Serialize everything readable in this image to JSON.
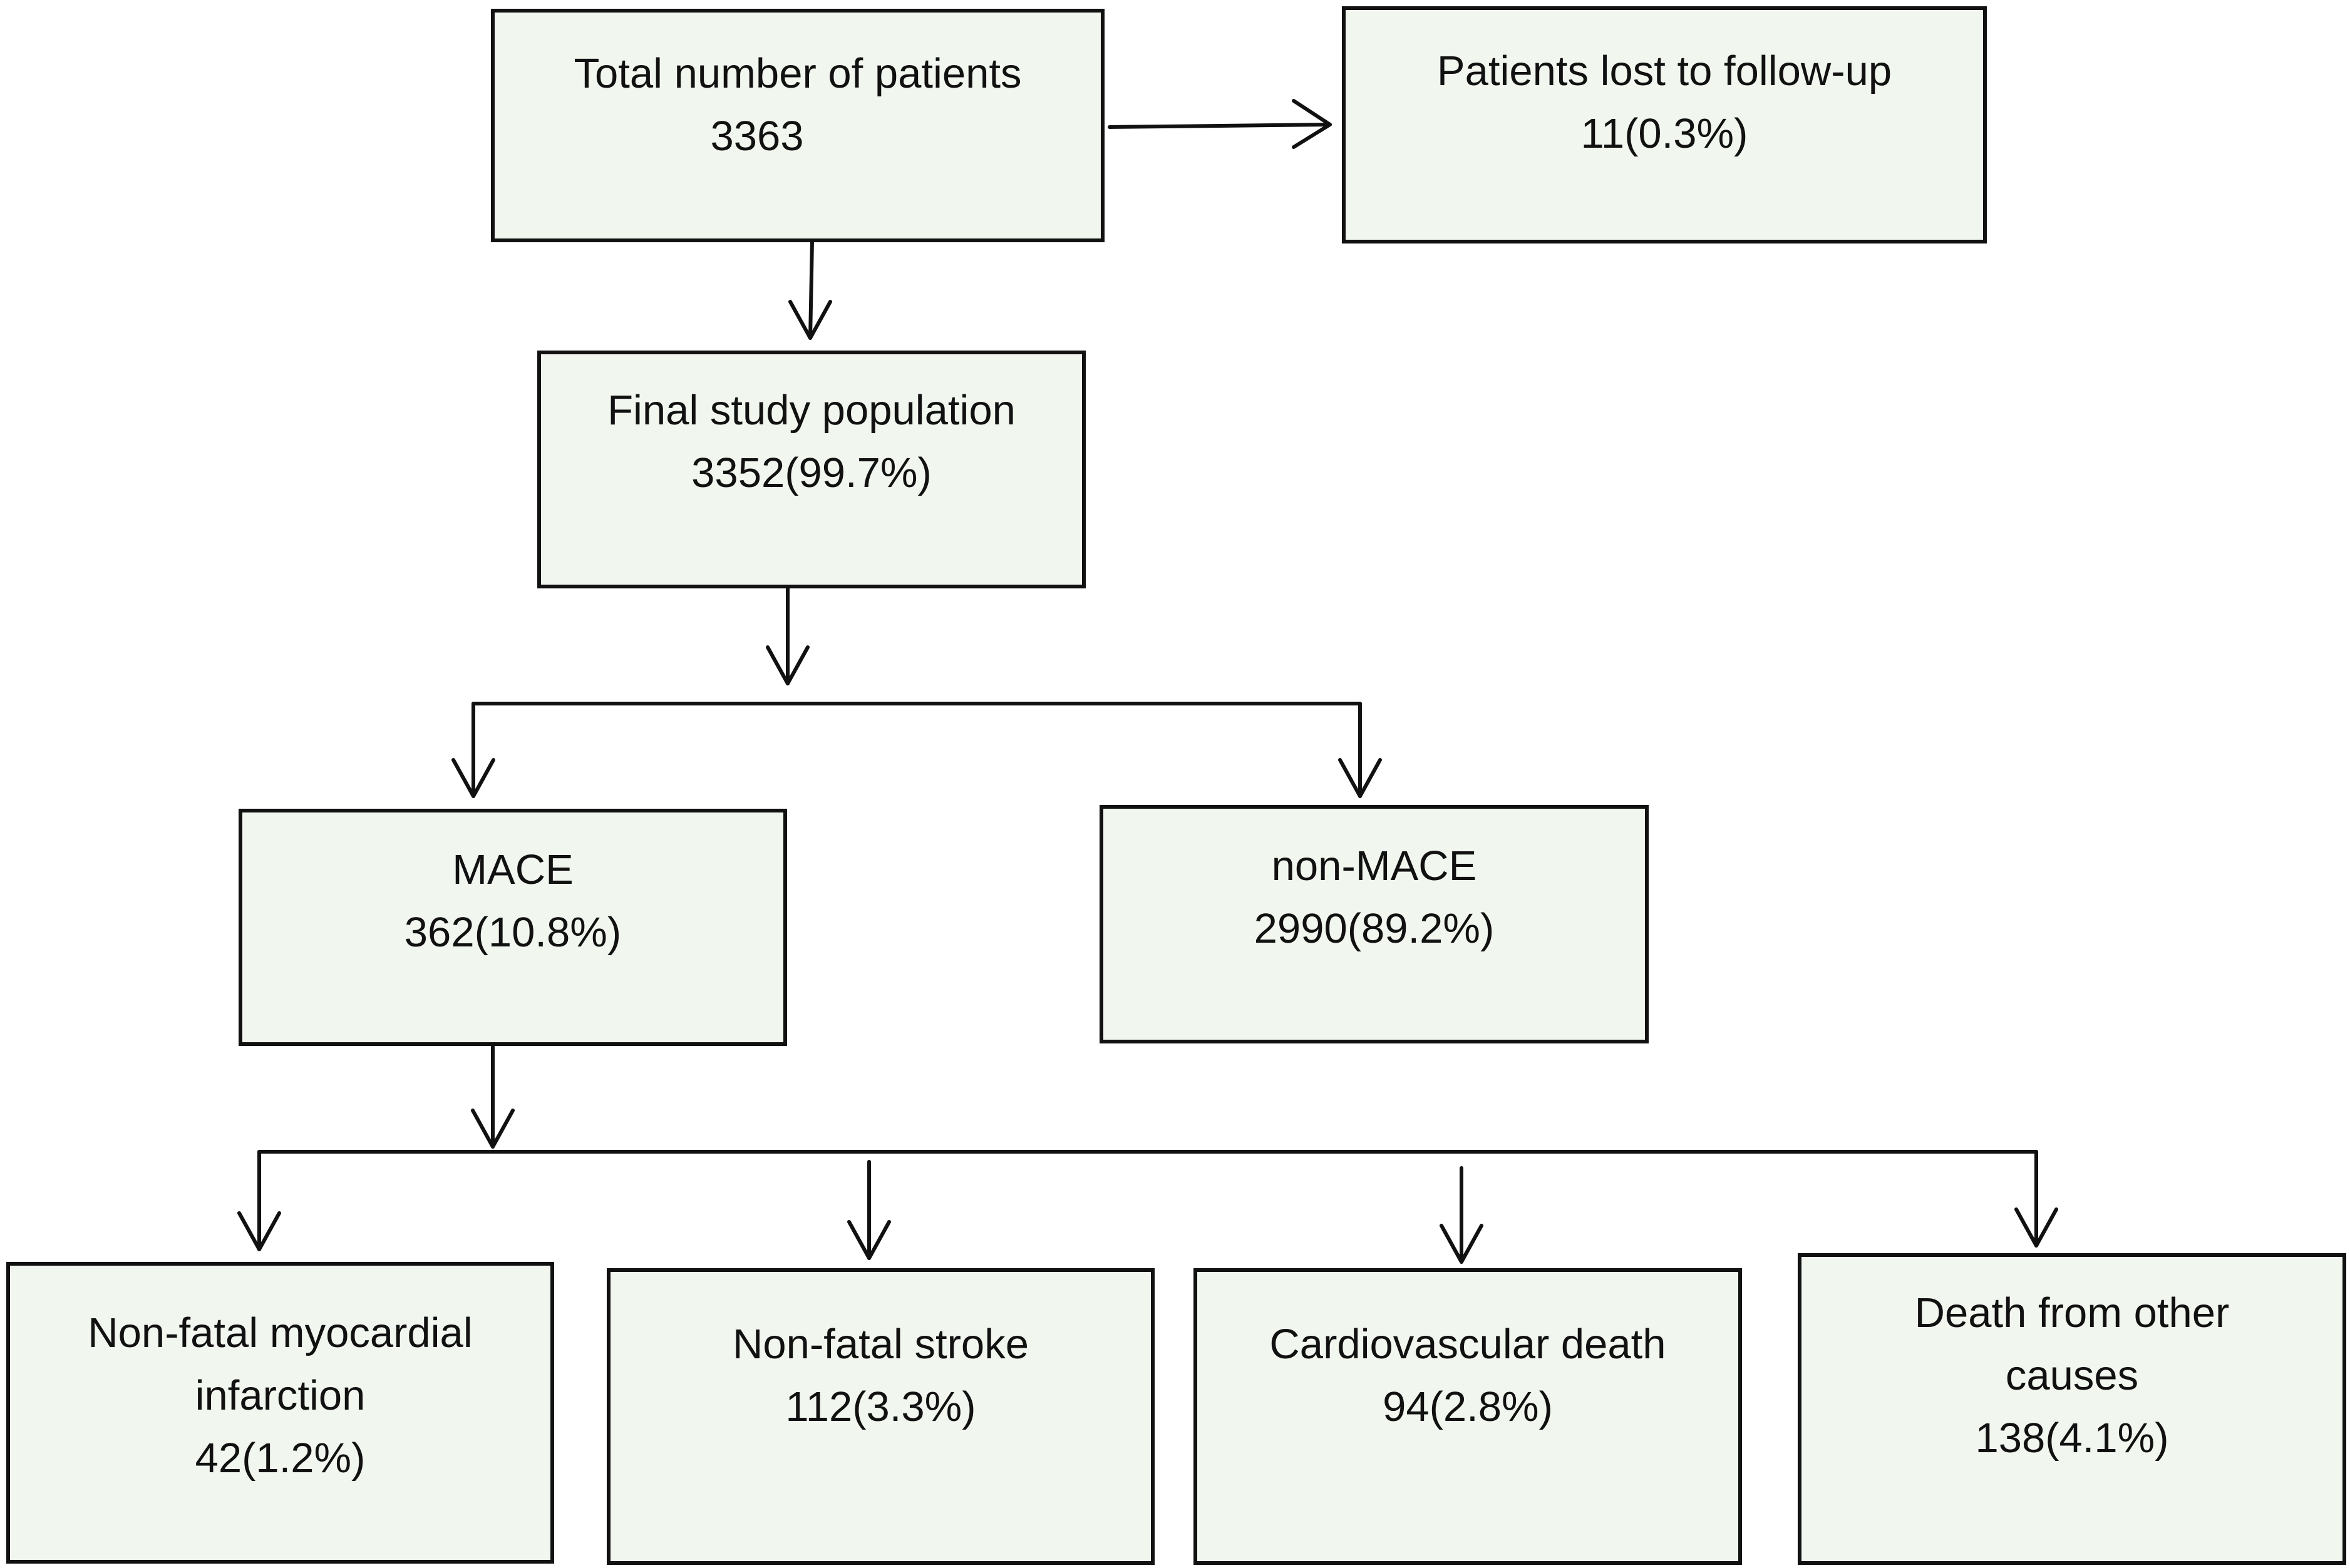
{
  "colors": {
    "box_fill": "#f1f6ee",
    "box_border": "#111111",
    "text": "#111111",
    "arrow": "#111111",
    "background": "#ffffff"
  },
  "nodes": {
    "total": {
      "title": "Total number of patients",
      "value": "3363"
    },
    "lost": {
      "title": "Patients lost to follow-up",
      "value": "11(0.3%)"
    },
    "final": {
      "title": "Final study population",
      "value": "3352(99.7%)"
    },
    "mace": {
      "title": "MACE",
      "value": "362(10.8%)"
    },
    "non_mace": {
      "title": "non-MACE",
      "value": "2990(89.2%)"
    },
    "mi": {
      "title_line1": "Non-fatal myocardial",
      "title_line2": "infarction",
      "value": "42(1.2%)"
    },
    "stroke": {
      "title": "Non-fatal stroke",
      "value": "112(3.3%)"
    },
    "cv_death": {
      "title": "Cardiovascular death",
      "value": "94(2.8%)"
    },
    "other_death": {
      "title_line1": "Death from other",
      "title_line2": "causes",
      "value": "138(4.1%)"
    }
  }
}
